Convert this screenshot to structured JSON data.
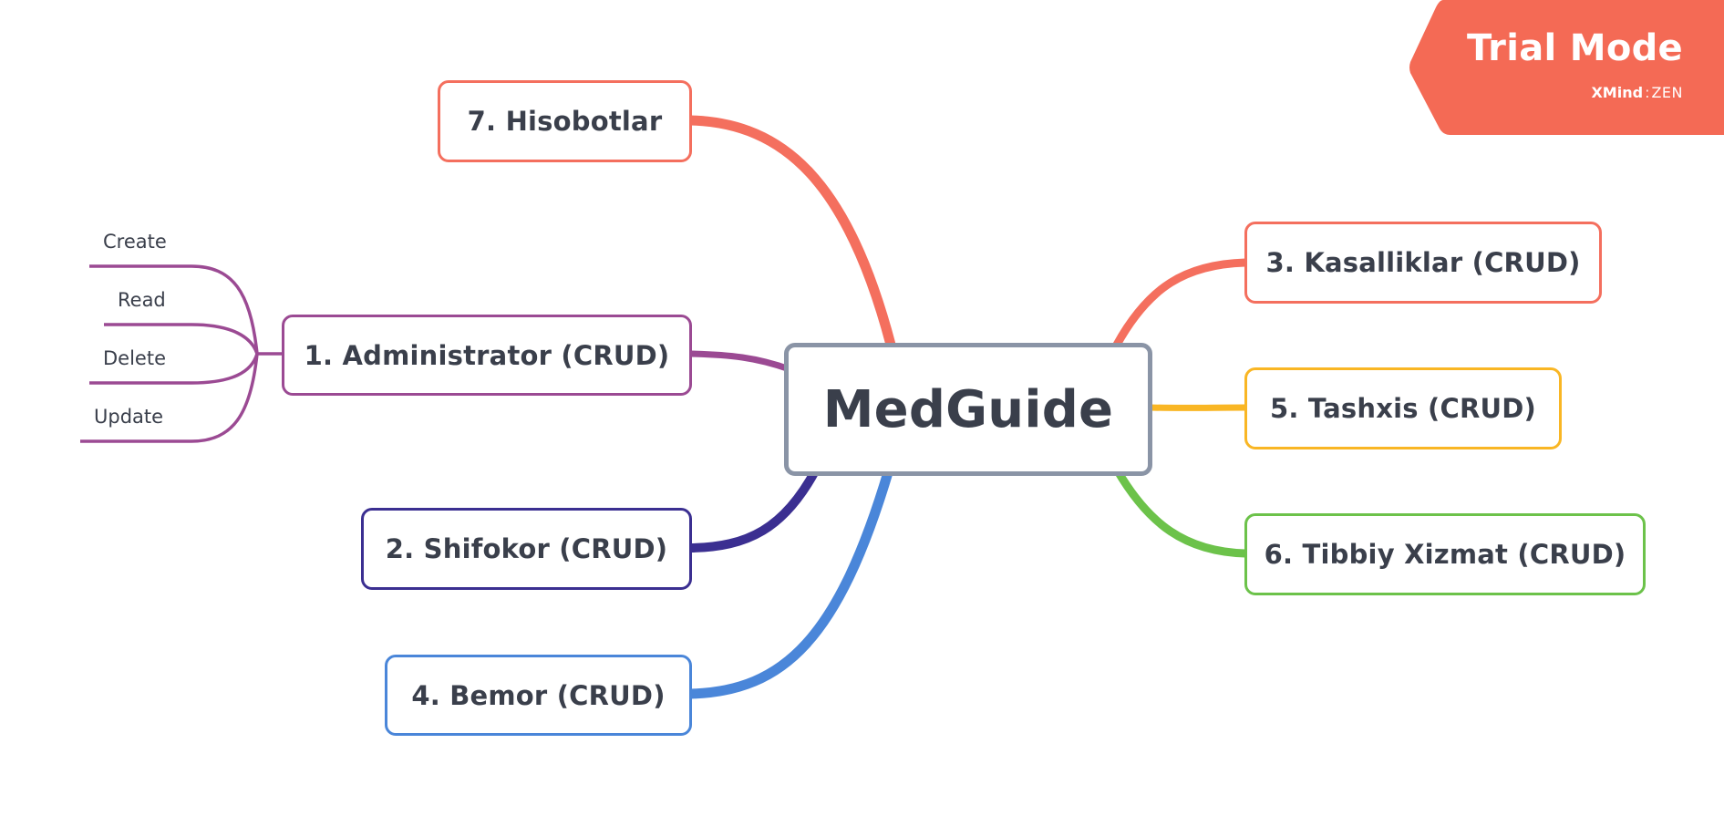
{
  "central": {
    "label": "MedGuide",
    "color": "#8a94a6"
  },
  "topics": [
    {
      "id": "hisobotlar",
      "label": "7. Hisobotlar",
      "color": "#f46f5e"
    },
    {
      "id": "administrator",
      "label": "1. Administrator (CRUD)",
      "color": "#9b4a93"
    },
    {
      "id": "shifokor",
      "label": "2. Shifokor (CRUD)",
      "color": "#3b2f91"
    },
    {
      "id": "bemor",
      "label": "4. Bemor (CRUD)",
      "color": "#4a86d9"
    },
    {
      "id": "kasalliklar",
      "label": "3. Kasalliklar (CRUD)",
      "color": "#f46f5e"
    },
    {
      "id": "tashxis",
      "label": "5. Tashxis (CRUD)",
      "color": "#f9b624"
    },
    {
      "id": "tibbiy-xizmat",
      "label": "6. Tibbiy Xizmat (CRUD)",
      "color": "#6cc24a"
    }
  ],
  "subtopics": {
    "administrator": [
      "Create",
      "Read",
      "Delete",
      "Update"
    ]
  },
  "banner": {
    "title": "Trial Mode",
    "brand": "XMind",
    "separator": ":",
    "suffix": "ZEN",
    "color": "#f46a55"
  }
}
